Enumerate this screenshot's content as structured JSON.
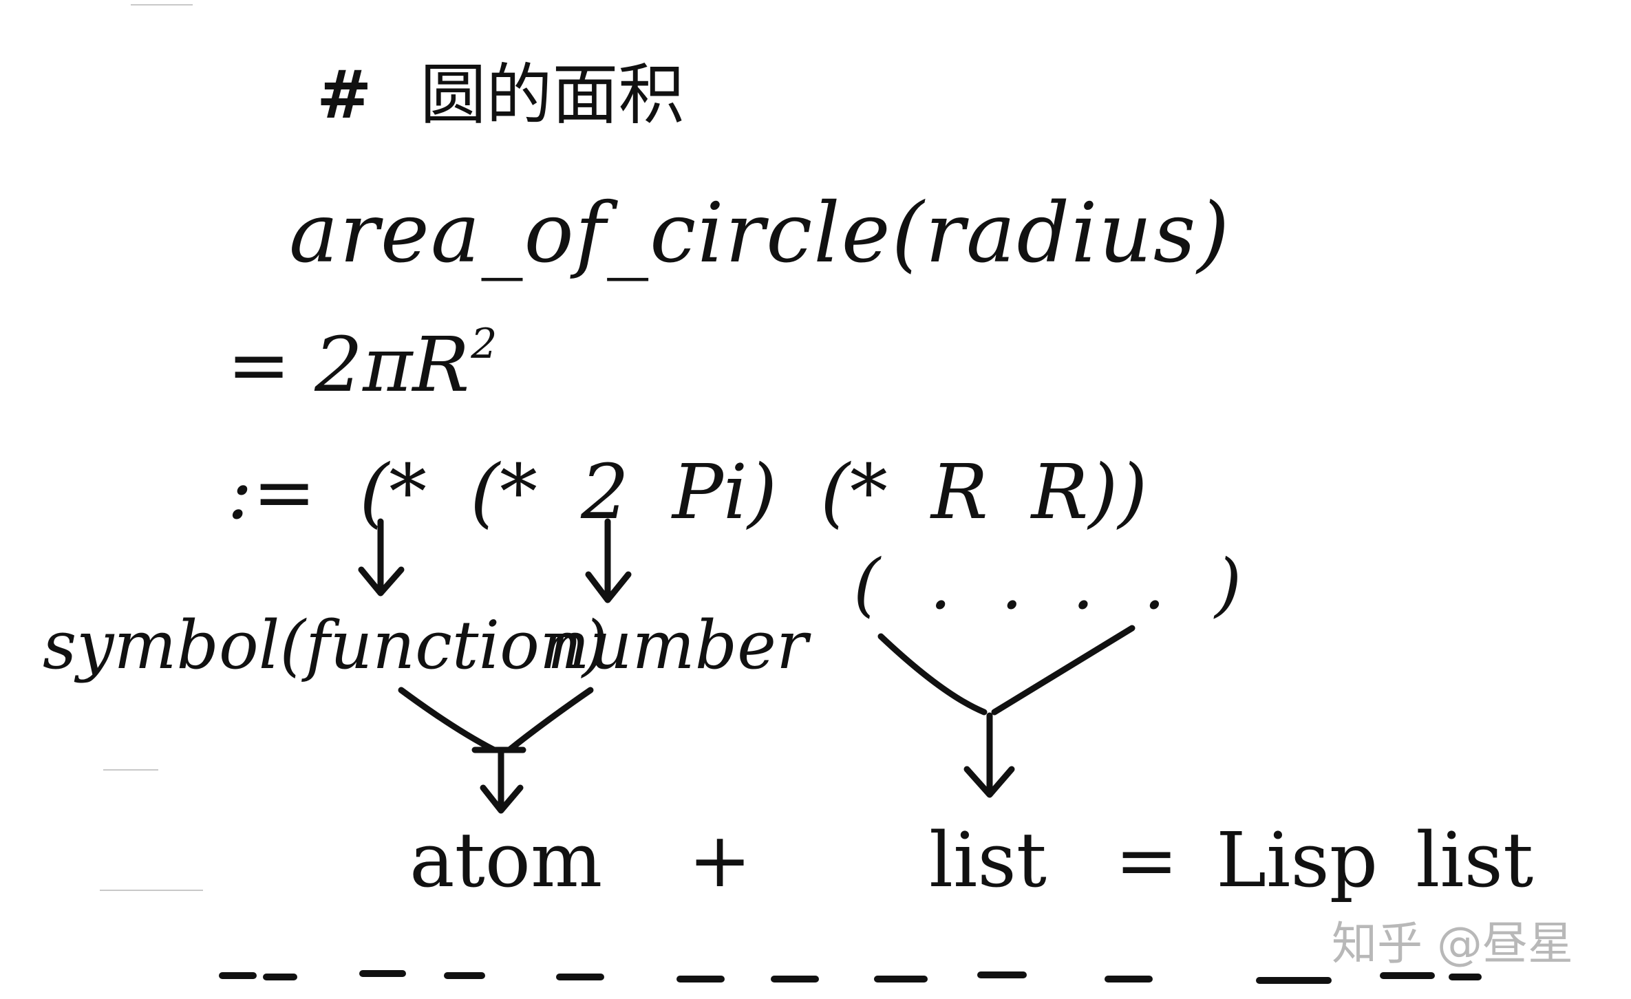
{
  "note": {
    "title": {
      "hash": "#",
      "text": "圆的面积"
    },
    "function_signature": "area_of_circle(radius)",
    "math_equation": {
      "prefix": "= 2πR",
      "exponent": "2"
    },
    "lisp_definition": ":= (* (* 2 Pi) (* R R))",
    "list_placeholder": "( . . . . )",
    "labels": {
      "symbol": "symbol(function)",
      "number": "number"
    },
    "summary": {
      "atom": "atom",
      "plus": "+",
      "list": "list",
      "result": "= Lisp list"
    }
  },
  "watermark": {
    "text": "知乎 @昼星"
  }
}
